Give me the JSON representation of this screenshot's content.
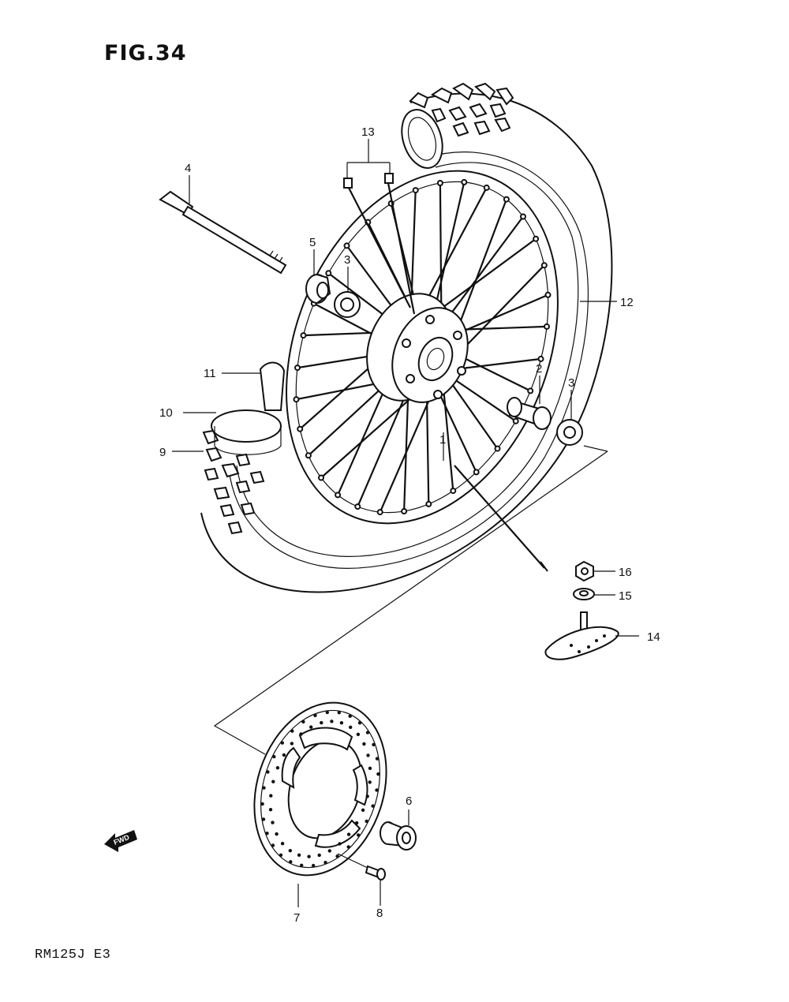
{
  "figure": {
    "title": "FIG.34",
    "model": "RM125J E3"
  },
  "fwd_icon": {
    "label": "FWD",
    "icon": "fwd-arrow-icon"
  },
  "callouts": {
    "c1": "1",
    "c2": "2",
    "c3a": "3",
    "c3b": "3",
    "c4": "4",
    "c5": "5",
    "c6": "6",
    "c7": "7",
    "c8": "8",
    "c9": "9",
    "c10": "10",
    "c11": "11",
    "c12": "12",
    "c13": "13",
    "c14": "14",
    "c15": "15",
    "c16": "16"
  }
}
